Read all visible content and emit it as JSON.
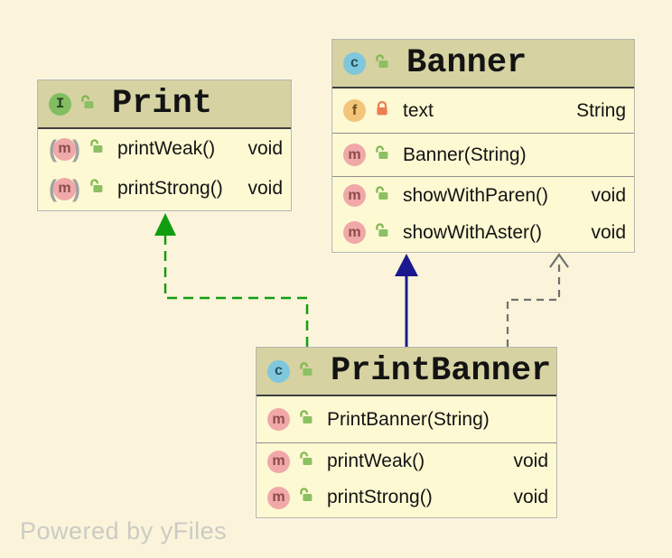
{
  "watermark": "Powered by yFiles",
  "icon_letters": {
    "interface": "I",
    "class": "c",
    "field": "f",
    "method": "m"
  },
  "colors": {
    "canvas-bg": "#fbf4da",
    "node-header-bg": "#d6d2a2",
    "node-body-bg": "#fdf9d3",
    "node-border": "#b4b4aa",
    "header-line": "#3f3f3f",
    "compartment-line": "#8f8f8f",
    "title-color": "#131313",
    "member-color": "#141414",
    "interface-badge": "#83bd62",
    "class-badge": "#7ec7dc",
    "field-badge": "#f2c579",
    "method-badge": "#f0a8a8",
    "lock-open": "#8cc063",
    "lock-open-stroke": "#7fb84e",
    "lock-closed": "#ed7d52",
    "edge-realization": "#109e10",
    "edge-generalization": "#1a1a8e",
    "edge-dependency": "#707070",
    "watermark-color": "#cbcbc5"
  },
  "print": {
    "title": "Print",
    "members": [
      {
        "name": "printWeak()",
        "type": "void"
      },
      {
        "name": "printStrong()",
        "type": "void"
      }
    ]
  },
  "banner": {
    "title": "Banner",
    "field": {
      "name": "text",
      "type": "String"
    },
    "constructor": {
      "name": "Banner(String)"
    },
    "members": [
      {
        "name": "showWithParen()",
        "type": "void"
      },
      {
        "name": "showWithAster()",
        "type": "void"
      }
    ]
  },
  "printbanner": {
    "title": "PrintBanner",
    "constructor": {
      "name": "PrintBanner(String)"
    },
    "members": [
      {
        "name": "printWeak()",
        "type": "void"
      },
      {
        "name": "printStrong()",
        "type": "void"
      }
    ]
  },
  "relations": [
    {
      "from": "PrintBanner",
      "to": "Print",
      "kind": "realization"
    },
    {
      "from": "PrintBanner",
      "to": "Banner",
      "kind": "generalization"
    },
    {
      "from": "PrintBanner",
      "to": "Banner",
      "kind": "dependency"
    }
  ]
}
